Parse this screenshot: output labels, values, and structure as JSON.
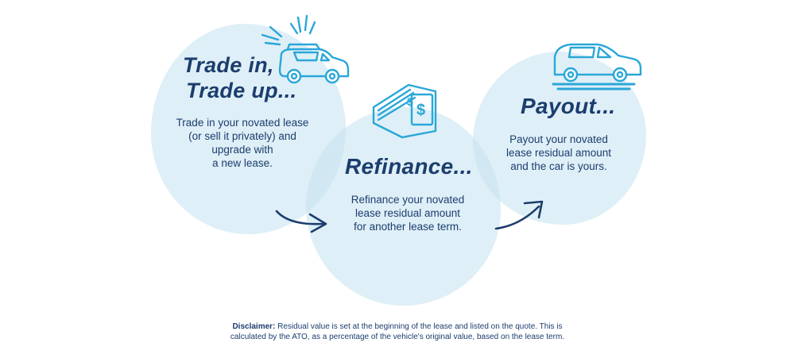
{
  "steps": {
    "trade": {
      "title_line1": "Trade in,",
      "title_line2": "Trade up...",
      "description_lines": [
        "Trade in your novated lease",
        "(or sell it privately) and",
        "upgrade with",
        "a new lease."
      ]
    },
    "refinance": {
      "title": "Refinance...",
      "description_lines": [
        "Refinance your novated",
        "lease residual amount",
        "for another lease term."
      ]
    },
    "payout": {
      "title": "Payout...",
      "description_lines": [
        "Payout your novated",
        "lease residual amount",
        "and the car is yours."
      ]
    }
  },
  "disclaimer": {
    "label": "Disclaimer:",
    "text_line1": " Residual value is set at the beginning of the lease and listed on the quote. This is",
    "text_line2": "calculated by the ATO, as a percentage of the vehicle's original value, based on the lease term."
  },
  "colors": {
    "navy": "#1b3d6e",
    "accent_blue": "#2aa7d8",
    "blob": "#c4e1f0"
  },
  "icons": {
    "car_with_sparkle": "car-sparkle-icon",
    "money": "money-icon",
    "car_moving": "car-moving-icon",
    "arrow": "arrow-icon"
  }
}
